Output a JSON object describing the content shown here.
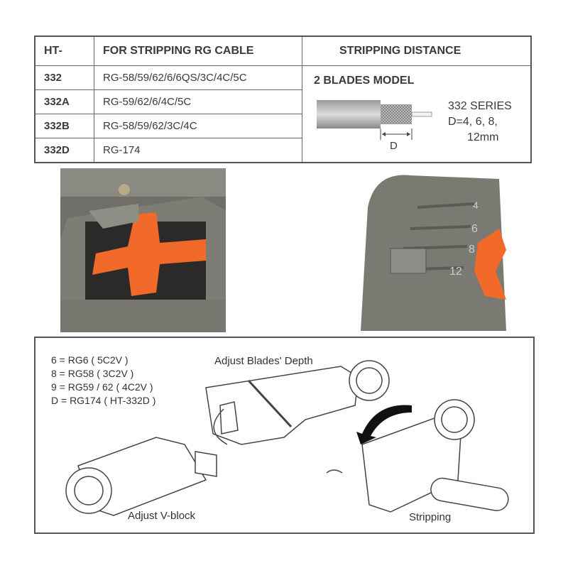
{
  "table": {
    "headers": [
      "HT-",
      "FOR STRIPPING RG CABLE",
      "STRIPPING DISTANCE"
    ],
    "rows": [
      {
        "model": "332",
        "cable": "RG-58/59/62/6/6QS/3C/4C/5C"
      },
      {
        "model": "332A",
        "cable": "RG-59/62/6/4C/5C"
      },
      {
        "model": "332B",
        "cable": "RG-58/59/62/3C/4C"
      },
      {
        "model": "332D",
        "cable": "RG-174"
      }
    ],
    "distance": {
      "model_label": "2 BLADES MODEL",
      "dimension_label": "D",
      "series": "332 SERIES",
      "values_line1": "D=4, 6, 8,",
      "values_line2": "12mm"
    }
  },
  "photos": {
    "right_scale_marks": [
      "4",
      "6",
      "8",
      "12"
    ],
    "accent_color": "#f26a2a"
  },
  "instructions": {
    "legend": [
      "6 = RG6 ( 5C2V )",
      "8 = RG58 ( 3C2V )",
      "9 = RG59 / 62 ( 4C2V )",
      "D = RG174 ( HT-332D )"
    ],
    "steps": {
      "blades_depth": "Adjust Blades' Depth",
      "v_block": "Adjust V-block",
      "stripping": "Stripping"
    }
  }
}
